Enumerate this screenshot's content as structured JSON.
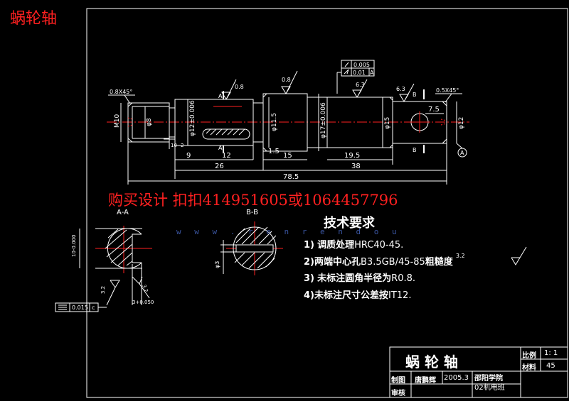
{
  "corner_title": "蜗轮轴",
  "watermark": "购买设计 扣扣414951605或1064457796",
  "watermark_url": "w w w . r e n r e n d o u",
  "drawing": {
    "chamfer_left": "0.8X45°",
    "chamfer_right": "0.5X45°",
    "dia_m10": "M10",
    "dia_8": "φ8",
    "dia_12": "φ12±0.006",
    "dia_11_5": "φ11.5",
    "dia_17": "φ17±0.006",
    "dia_15": "φ15",
    "dia_12r": "φ12",
    "dia_7_5": "7.5",
    "rough_08a": "0.8",
    "rough_08b": "0.8",
    "rough_63a": "6.3",
    "rough_63b": "6.3",
    "tol_0005": "0.005",
    "tol_001": "0.01",
    "tol_A": "A",
    "dim_9": "9",
    "dim_12": "12",
    "dim_15": "15",
    "dim_19_5": "19.5",
    "dim_26": "26",
    "dim_38": "38",
    "dim_78_5": "78.5",
    "dim_10": "10",
    "dim_2": "2",
    "dim_1_5": "1.5",
    "section_a": "A",
    "section_b": "B",
    "datum_a": "A",
    "sec_aa": "A-A",
    "sec_bb": "B-B",
    "dim_10_000": "10-0.000",
    "dim_3_tol": "3+0.050",
    "rough_32a": "3.2",
    "rough_32b": "3.2",
    "sym_tol": "0.015",
    "sym_datum": "c",
    "dim_phi3": "φ3"
  },
  "requirements": {
    "title": "技术要求",
    "items": [
      {
        "num": "1)",
        "main": "调质处理",
        "rest": "HRC40-45."
      },
      {
        "num": "2)",
        "main": "两端中心孔",
        "rest": "B3.5GB/45-85",
        "tail": "粗糙度",
        "rough": "3.2"
      },
      {
        "num": "3)",
        "main": "未标注圆角半径为",
        "rest": "R0.8."
      },
      {
        "num": "4)",
        "main": "未标注尺寸公差按",
        "rest": "IT12."
      }
    ]
  },
  "title_block": {
    "name": "蜗 轮 轴",
    "scale_label": "比例",
    "scale_value": "1: 1",
    "material_label": "材料",
    "material_value": "45",
    "drawn_label": "制图",
    "drawn_by": "唐鹏辉",
    "date": "2005.3",
    "school": "邵阳学院",
    "class_name": "02机电班",
    "review_label": "审核"
  }
}
